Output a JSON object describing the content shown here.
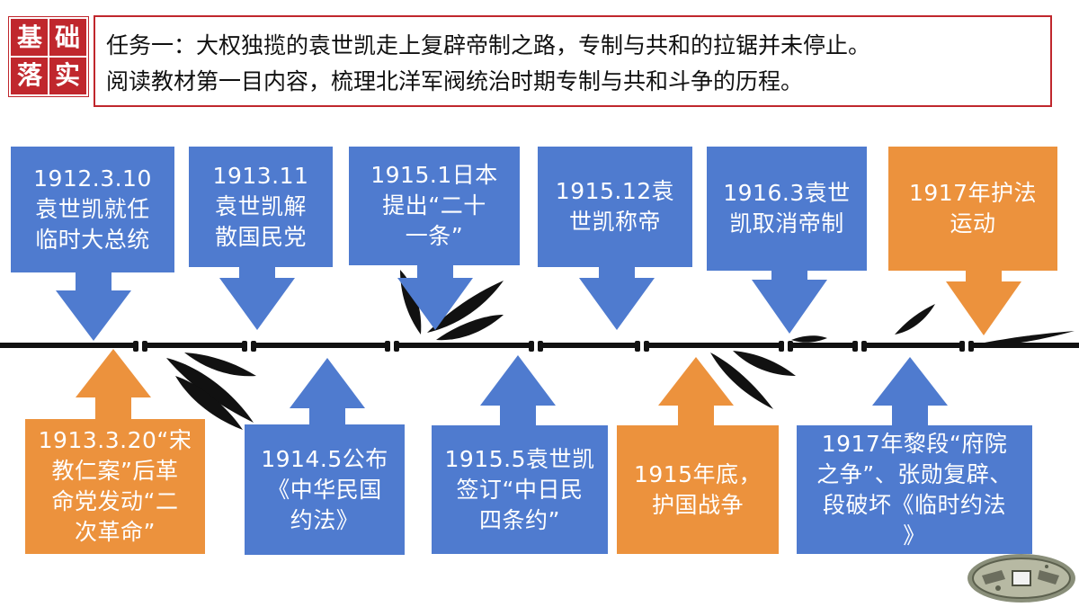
{
  "badge": {
    "chars": [
      "基",
      "础",
      "落",
      "实"
    ]
  },
  "task": {
    "line1": "任务一：大权独揽的袁世凯走上复辟帝制之路，专制与共和的拉锯并未停止。",
    "line2": "阅读教材第一目内容，梳理北洋军阀统治时期专制与共和斗争的历程。"
  },
  "colors": {
    "blue": "#4f7bcf",
    "orange": "#ec923d",
    "accent_red": "#c0272d"
  },
  "events_top": [
    {
      "text": "1912.3.10\n袁世凯就任\n临时大总统",
      "color": "blue"
    },
    {
      "text": "1913.11\n袁世凯解\n散国民党",
      "color": "blue"
    },
    {
      "text": "1915.1日本\n提出“二十\n一条”",
      "color": "blue"
    },
    {
      "text": "1915.12袁\n世凯称帝",
      "color": "blue"
    },
    {
      "text": "1916.3袁世\n凯取消帝制",
      "color": "blue"
    },
    {
      "text": "1917年护法\n运动",
      "color": "orange"
    }
  ],
  "events_bottom": [
    {
      "text": "1913.3.20“宋\n教仁案”后革\n命党发动“二\n次革命”",
      "color": "orange"
    },
    {
      "text": "1914.5公布\n《中华民国\n约法》",
      "color": "blue"
    },
    {
      "text": "1915.5袁世凯\n签订“中日民\n四条约”",
      "color": "blue"
    },
    {
      "text": "1915年底，\n护国战争",
      "color": "orange"
    },
    {
      "text": "1917年黎段“府院\n之争”、张勋复辟、\n段破坏《临时约法\n》",
      "color": "blue"
    }
  ]
}
